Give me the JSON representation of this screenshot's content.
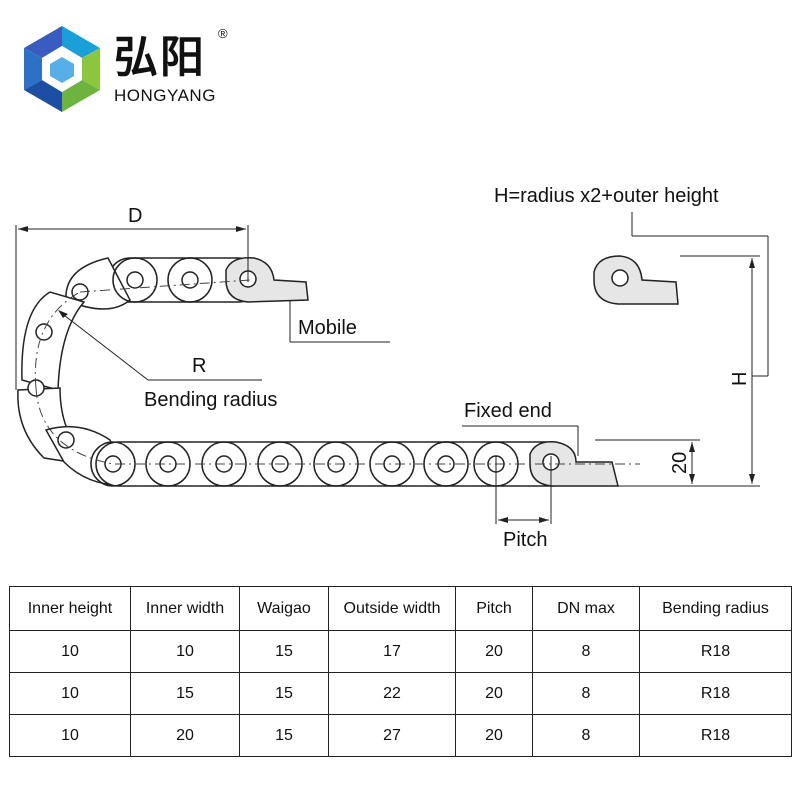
{
  "brand": {
    "name_cn": "弘阳",
    "name_en": "HONGYANG",
    "registered_mark": "®"
  },
  "diagram": {
    "label_d": "D",
    "label_r": "R",
    "label_bending_radius": "Bending radius",
    "label_mobile": "Mobile",
    "label_fixed_end": "Fixed end",
    "label_pitch": "Pitch",
    "label_formula": "H=radius x2+outer height",
    "label_h": "H",
    "label_20": "20"
  },
  "table": {
    "headers": [
      "Inner height",
      "Inner width",
      "Waigao",
      "Outside width",
      "Pitch",
      "DN max",
      "Bending radius"
    ],
    "rows": [
      [
        "10",
        "10",
        "15",
        "17",
        "20",
        "8",
        "R18"
      ],
      [
        "10",
        "15",
        "15",
        "22",
        "20",
        "8",
        "R18"
      ],
      [
        "10",
        "20",
        "15",
        "27",
        "20",
        "8",
        "R18"
      ]
    ]
  }
}
